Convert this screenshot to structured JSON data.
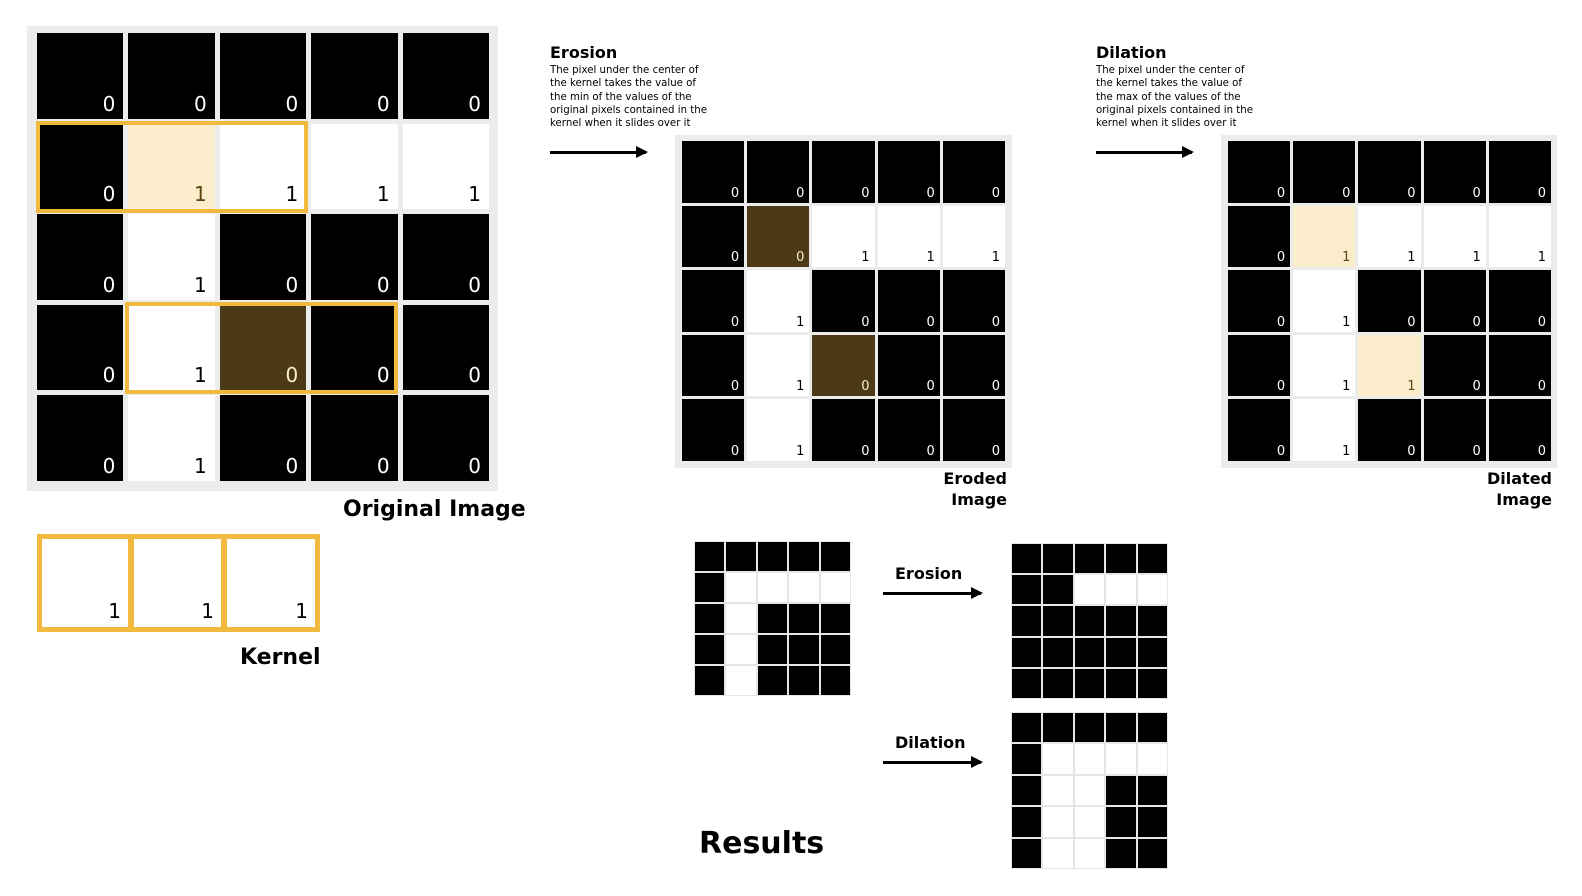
{
  "original": {
    "label": "Original Image",
    "grid": [
      [
        0,
        0,
        0,
        0,
        0
      ],
      [
        0,
        1,
        1,
        1,
        1
      ],
      [
        0,
        1,
        0,
        0,
        0
      ],
      [
        0,
        1,
        0,
        0,
        0
      ],
      [
        0,
        1,
        0,
        0,
        0
      ]
    ],
    "highlights": [
      {
        "r": 1,
        "c": 1,
        "tone": "light"
      },
      {
        "r": 3,
        "c": 2,
        "tone": "dark"
      }
    ]
  },
  "kernel": {
    "label": "Kernel",
    "values": [
      1,
      1,
      1
    ]
  },
  "erosion": {
    "title": "Erosion",
    "description": "The pixel under the center of the kernel takes the value of the min of the values of the original pixels contained in the kernel when it slides over it",
    "caption_line1": "Eroded",
    "caption_line2": "Image",
    "grid": [
      [
        0,
        0,
        0,
        0,
        0
      ],
      [
        0,
        0,
        1,
        1,
        1
      ],
      [
        0,
        1,
        0,
        0,
        0
      ],
      [
        0,
        1,
        0,
        0,
        0
      ],
      [
        0,
        1,
        0,
        0,
        0
      ]
    ],
    "highlights": [
      {
        "r": 1,
        "c": 1,
        "tone": "dark"
      },
      {
        "r": 3,
        "c": 2,
        "tone": "dark"
      }
    ]
  },
  "dilation": {
    "title": "Dilation",
    "description": "The pixel under the center of the kernel takes the value of the max of the values of the original pixels contained in the kernel when it slides over it",
    "caption_line1": "Dilated",
    "caption_line2": "Image",
    "grid": [
      [
        0,
        0,
        0,
        0,
        0
      ],
      [
        0,
        1,
        1,
        1,
        1
      ],
      [
        0,
        1,
        0,
        0,
        0
      ],
      [
        0,
        1,
        1,
        0,
        0
      ],
      [
        0,
        1,
        0,
        0,
        0
      ]
    ],
    "highlights": [
      {
        "r": 1,
        "c": 1,
        "tone": "light"
      },
      {
        "r": 3,
        "c": 2,
        "tone": "light"
      }
    ]
  },
  "results": {
    "label": "Results",
    "erosion_label": "Erosion",
    "dilation_label": "Dilation",
    "input": [
      [
        0,
        0,
        0,
        0,
        0
      ],
      [
        0,
        1,
        1,
        1,
        1
      ],
      [
        0,
        1,
        0,
        0,
        0
      ],
      [
        0,
        1,
        0,
        0,
        0
      ],
      [
        0,
        1,
        0,
        0,
        0
      ]
    ],
    "eroded": [
      [
        0,
        0,
        0,
        0,
        0
      ],
      [
        0,
        0,
        1,
        1,
        1
      ],
      [
        0,
        0,
        0,
        0,
        0
      ],
      [
        0,
        0,
        0,
        0,
        0
      ],
      [
        0,
        0,
        0,
        0,
        0
      ]
    ],
    "dilated": [
      [
        0,
        0,
        0,
        0,
        0
      ],
      [
        0,
        1,
        1,
        1,
        1
      ],
      [
        0,
        1,
        1,
        0,
        0
      ],
      [
        0,
        1,
        1,
        0,
        0
      ],
      [
        0,
        1,
        1,
        0,
        0
      ]
    ]
  },
  "colors": {
    "black": "#000000",
    "white": "#ffffff",
    "panel": "#ececec",
    "highlight_light": "#fbeccb",
    "highlight_dark": "#4c3a16",
    "kernel_border": "#f1b93d",
    "grid_line": "#e6e6e6"
  }
}
